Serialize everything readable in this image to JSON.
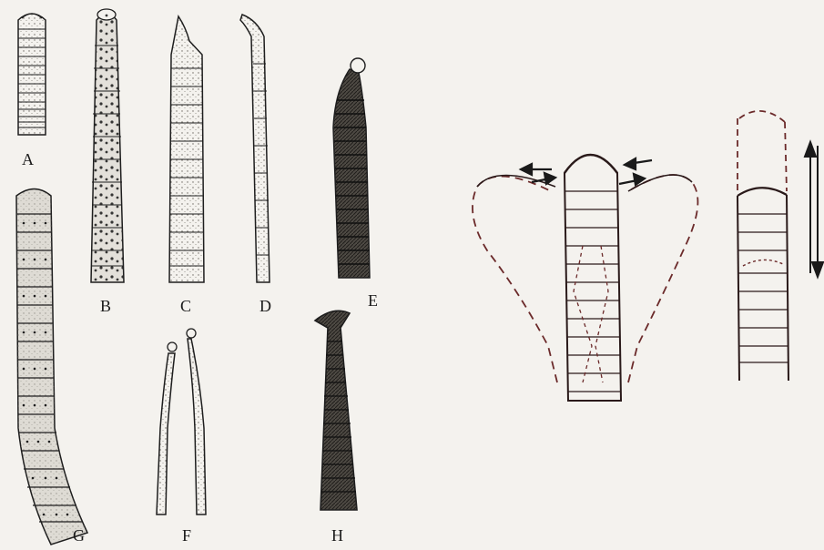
{
  "labels": {
    "a": "A",
    "b": "B",
    "c": "C",
    "d": "D",
    "e": "E",
    "f": "F",
    "g": "G",
    "h": "H"
  },
  "colors": {
    "ink": "#1e1e1e",
    "fill": "#d9d6d0",
    "dark_fill": "#5a5650",
    "dashed_outline": "#6b2a2a",
    "background": "#f4f2ee"
  }
}
